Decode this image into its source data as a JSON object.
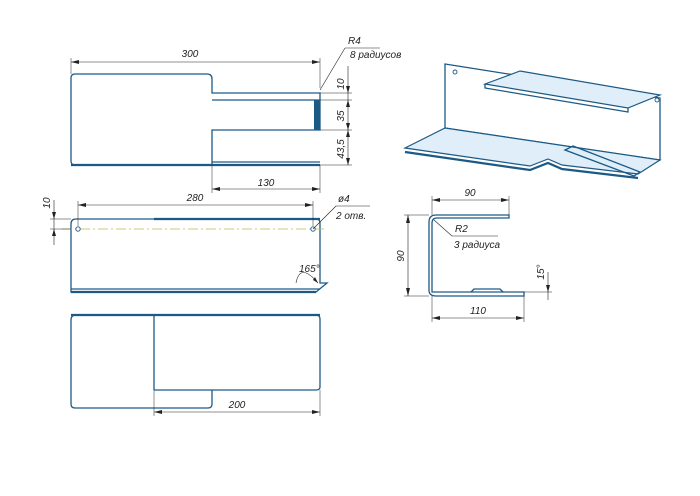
{
  "views": {
    "top": {
      "dim_overall_length": "300",
      "radius_note": "R4",
      "radius_count_note": "8 радиусов",
      "dim_step_10": "10",
      "dim_slot_35": "35",
      "dim_width_43_5": "43,5",
      "dim_tab_130": "130"
    },
    "front": {
      "dim_height_10": "10",
      "dim_length_280": "280",
      "hole_note": "ø4",
      "hole_count_note": "2 отв.",
      "bend_angle": "165°"
    },
    "bottom": {
      "dim_length_200": "200"
    },
    "side": {
      "dim_top_90": "90",
      "radius_note": "R2",
      "radius_count_note": "3 радиуса",
      "dim_height_90": "90",
      "dim_angle_15": "15°",
      "dim_base_110": "110"
    }
  }
}
